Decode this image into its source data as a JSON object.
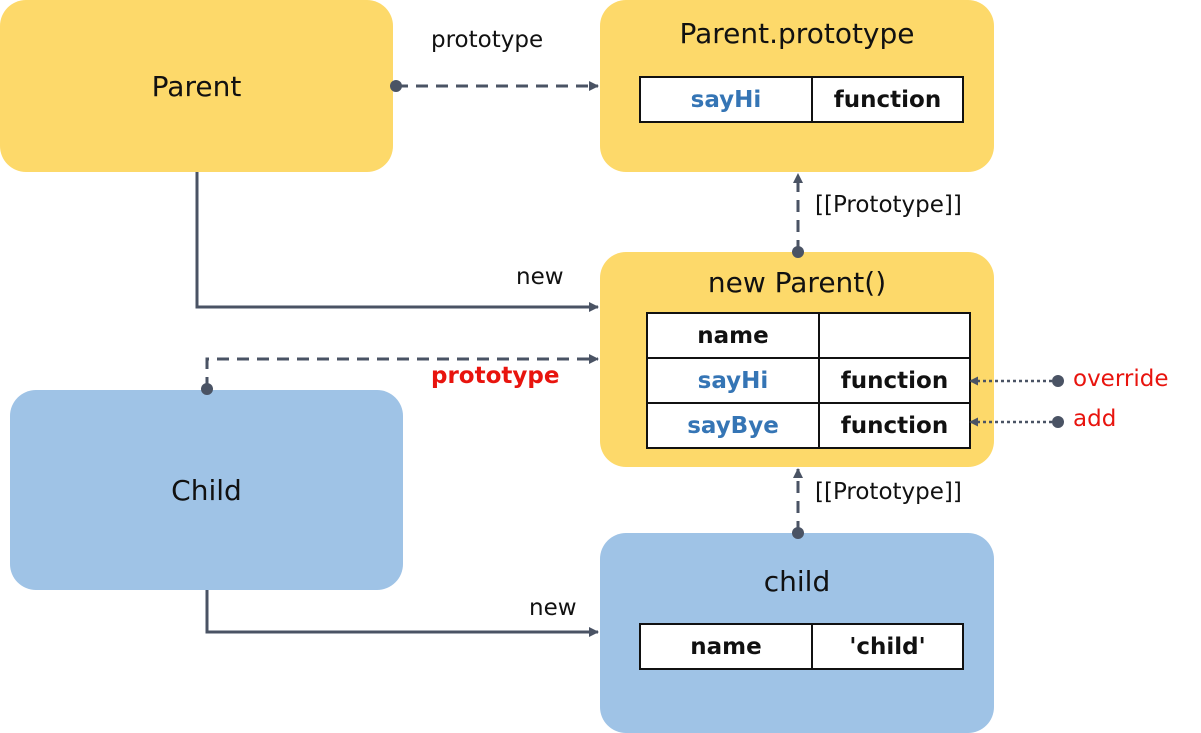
{
  "boxes": {
    "parent": {
      "title": "Parent"
    },
    "parent_prototype": {
      "title": "Parent.prototype",
      "rows": [
        {
          "key": "sayHi",
          "value": "function"
        }
      ]
    },
    "new_parent": {
      "title": "new Parent()",
      "rows": [
        {
          "key": "name",
          "value": ""
        },
        {
          "key": "sayHi",
          "value": "function"
        },
        {
          "key": "sayBye",
          "value": "function"
        }
      ]
    },
    "child_ctor": {
      "title": "Child"
    },
    "child_obj": {
      "title": "child",
      "rows": [
        {
          "key": "name",
          "value": "'child'"
        }
      ]
    }
  },
  "labels": {
    "prototype_top": "prototype",
    "proto_link_1": "[[Prototype]]",
    "new_1": "new",
    "prototype_red": "prototype",
    "override": "override",
    "add": "add",
    "proto_link_2": "[[Prototype]]",
    "new_2": "new"
  },
  "colors": {
    "yellow_box": "#FDD96A",
    "blue_box": "#9FC3E6",
    "arrow": "#4A5364",
    "key_blue": "#3575B5",
    "red": "#E8140E"
  }
}
